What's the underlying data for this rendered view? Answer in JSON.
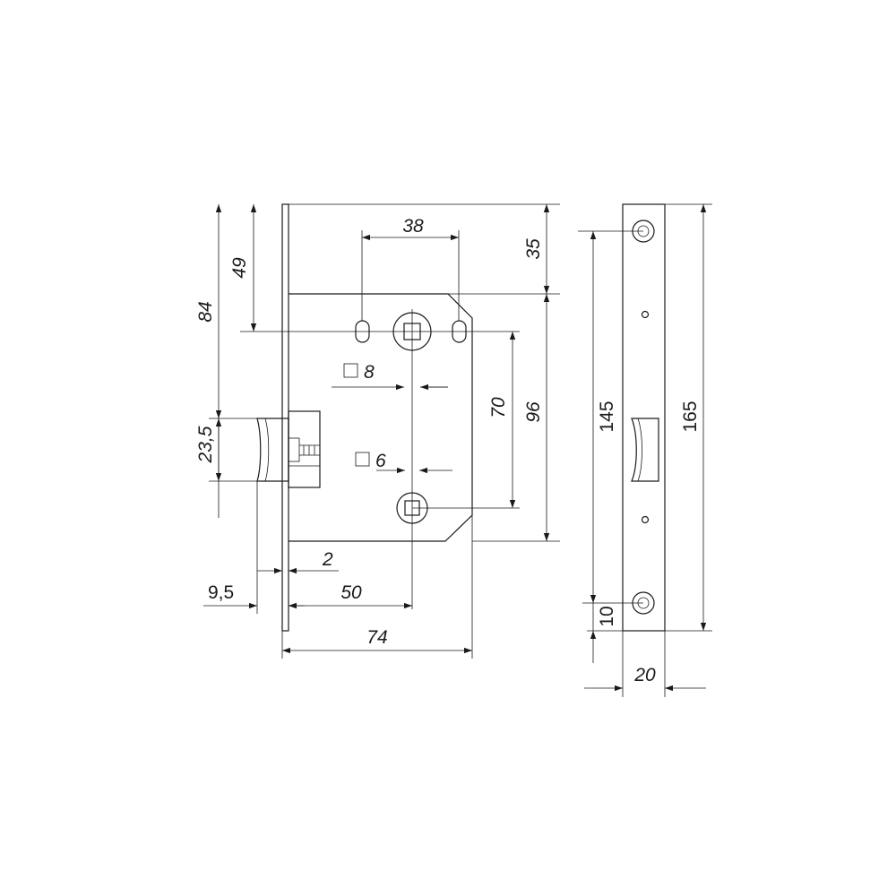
{
  "dimensions": {
    "d_38": "38",
    "d_35": "35",
    "d_49": "49",
    "d_84": "84",
    "d_sq8": "8",
    "d_70": "70",
    "d_96": "96",
    "d_23_5": "23,5",
    "d_sq6": "6",
    "d_2": "2",
    "d_9_5": "9,5",
    "d_50": "50",
    "d_74": "74",
    "d_145": "145",
    "d_165": "165",
    "d_10": "10",
    "d_20": "20"
  }
}
